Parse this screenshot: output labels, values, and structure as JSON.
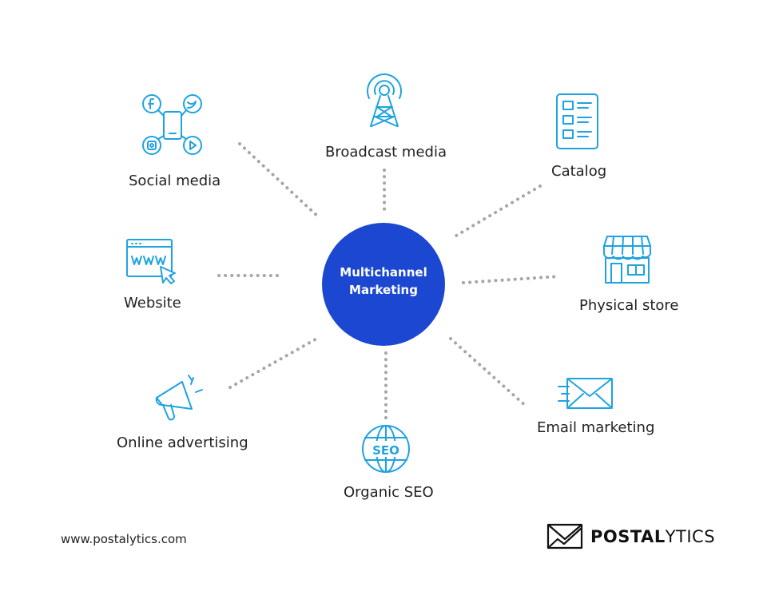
{
  "center": {
    "line1": "Multichannel",
    "line2": "Marketing",
    "color": "#1c47d1"
  },
  "channels": [
    {
      "label": "Social media",
      "icon": "social-media-icon"
    },
    {
      "label": "Broadcast media",
      "icon": "broadcast-tower-icon"
    },
    {
      "label": "Catalog",
      "icon": "catalog-icon"
    },
    {
      "label": "Website",
      "icon": "website-icon"
    },
    {
      "label": "Physical store",
      "icon": "store-icon"
    },
    {
      "label": "Online advertising",
      "icon": "megaphone-icon"
    },
    {
      "label": "Organic SEO",
      "icon": "seo-globe-icon"
    },
    {
      "label": "Email marketing",
      "icon": "email-icon"
    }
  ],
  "footer": {
    "url": "www.postalytics.com",
    "brand_bold": "POSTAL",
    "brand_light": "YTICS"
  },
  "colors": {
    "icon": "#1ea3e0",
    "connector": "#a6a6a6",
    "text": "#222222"
  }
}
